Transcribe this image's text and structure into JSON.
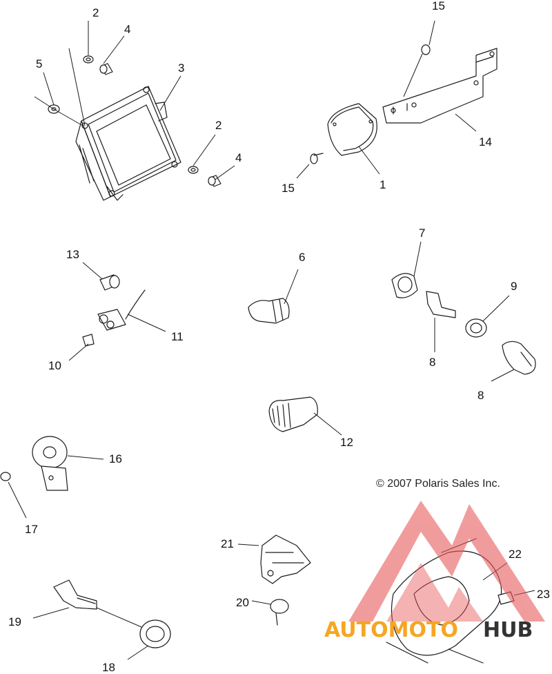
{
  "diagram": {
    "copyright": "© 2007 Polaris Sales Inc.",
    "callouts": {
      "c1": "1",
      "c2a": "2",
      "c2b": "2",
      "c3": "3",
      "c4a": "4",
      "c4b": "4",
      "c5": "5",
      "c6": "6",
      "c7": "7",
      "c8a": "8",
      "c8b": "8",
      "c9": "9",
      "c10": "10",
      "c11": "11",
      "c12": "12",
      "c13": "13",
      "c14": "14",
      "c15a": "15",
      "c15b": "15",
      "c16": "16",
      "c17": "17",
      "c18": "18",
      "c19": "19",
      "c20": "20",
      "c21": "21",
      "c22": "22",
      "c23": "23"
    }
  },
  "watermark": {
    "logo_text_a": "AUTOMOTO",
    "logo_text_b": "HUB",
    "colors": {
      "red": "#e85a5a",
      "orange": "#f5a623",
      "dark": "#333333"
    }
  }
}
